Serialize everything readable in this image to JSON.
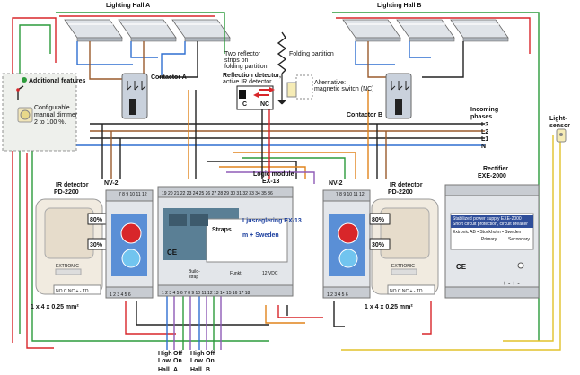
{
  "halls": {
    "hall_a_title": "Lighting Hall A",
    "hall_b_title": "Lighting Hall B"
  },
  "features": {
    "title": "Additional features",
    "dimmer_text": [
      "Configurable",
      "manual dimmer",
      "2 to 100 %."
    ]
  },
  "contactors": {
    "a": "Contactor A",
    "b": "Contactor B"
  },
  "partition": {
    "two_reflector": [
      "Two reflector",
      "strips on",
      "folding partition"
    ],
    "folding": "Folding partition",
    "reflection_detector": [
      "Reflection detector,",
      "active IR detector"
    ],
    "alternative": [
      "Alternative:",
      "magnetic switch (NC)"
    ],
    "c_label": "C",
    "nc_label": "NC"
  },
  "phases": {
    "title": [
      "Incoming",
      "phases"
    ],
    "l3": "L3",
    "l2": "L2",
    "l1": "L1",
    "n": "N"
  },
  "sensor": {
    "title": [
      "Light-",
      "sensor"
    ]
  },
  "ir_left": {
    "title": [
      "IR detector",
      "PD-2200"
    ],
    "pct80": "80%",
    "pct30": "30%",
    "brand": "EXTRONIC",
    "cable": "1 x 4 x 0.25 mm²",
    "terms": "NO C NC + - TD"
  },
  "ir_right": {
    "title": [
      "IR detector",
      "PD-2200"
    ],
    "pct80": "80%",
    "pct30": "30%",
    "brand": "EXTRONIC",
    "cable": "1 x 4 x 0.25 mm²",
    "terms": "NO C NC + - TD"
  },
  "nv_left": {
    "title": "NV-2",
    "terms_top": "7  8   9  10 11 12",
    "terms_bottom": "1  2  3  4  5  6"
  },
  "nv_right": {
    "title": "NV-2",
    "terms_top": "7  8   9  10 11 12",
    "terms_bottom": "1  2  3  4  5  6"
  },
  "logic": {
    "title": [
      "Logic module",
      "EX-13"
    ],
    "terms_top": "19 20 21 22 23 24 25 26 27 28 29 30 31 32 33 34 35 36",
    "terms_bottom": "1  2  3  4  5  6  7  8  9  10 11 12 13 14 15 16 17 18",
    "straps": "Straps",
    "label_name": "Ljusreglering EX-13",
    "label_company": "m + Sweden",
    "ce": "CE",
    "func": "Funkt.",
    "volt": "12 VDC",
    "build": [
      "Build-",
      "strap"
    ]
  },
  "rectifier": {
    "title": [
      "Rectifier",
      "EXE-2000"
    ],
    "label_lines": [
      "Stabilized power supply EXE-2000",
      "Short circuit protection, circuit breaker",
      "Extronic AB • Stockholm • Sweden"
    ],
    "primary": "Primary",
    "secondary": "Secondary",
    "ce": "CE",
    "pm": "+ - + -"
  },
  "bottom": {
    "high1": "High",
    "off1": "Off",
    "low1": "Low",
    "on1": "On",
    "hall_a": [
      "Hall",
      "A"
    ],
    "high2": "High",
    "off2": "Off",
    "low2": "Low",
    "on2": "On",
    "hall_b": [
      "Hall",
      "B"
    ]
  },
  "colors": {
    "red": "#d8262a",
    "green": "#2c9b3b",
    "blue": "#2f6fd1",
    "brown": "#9a5a2c",
    "orange": "#e0841c",
    "purple": "#8f5bb7",
    "yellow": "#e2c22a",
    "black": "#222222",
    "gray": "#8a8a8a"
  }
}
